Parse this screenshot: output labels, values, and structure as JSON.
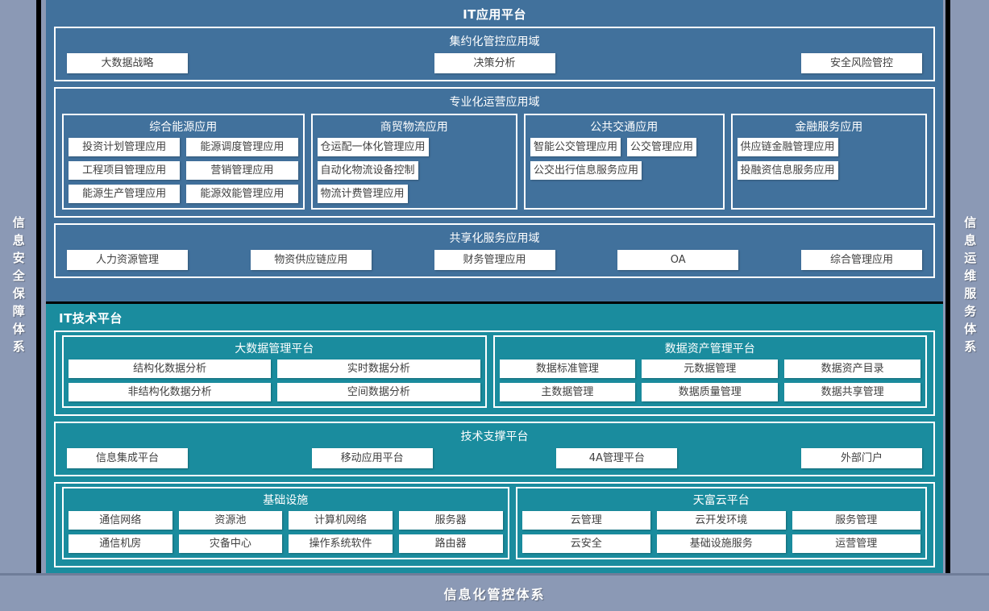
{
  "rails": {
    "left_label": "信息安全保障体系",
    "right_label": "信息运维服务体系"
  },
  "bottom": {
    "label": "信息化管控体系"
  },
  "colors": {
    "app_platform_bg": "#41719c",
    "tech_platform_bg": "#1a8c9e",
    "rail_bg": "#8b99b5",
    "chip_bg": "#ffffff",
    "chip_text": "#404040",
    "border": "#ffffff"
  },
  "app_platform": {
    "title": "IT应用平台",
    "domains": [
      {
        "title": "集约化管控应用域",
        "layout": "spread",
        "items": [
          "大数据战略",
          "决策分析",
          "安全风险管控"
        ]
      },
      {
        "title": "专业化运营应用域",
        "layout": "groups",
        "groups": [
          {
            "title": "综合能源应用",
            "cols": 2,
            "items": [
              "投资计划管理应用",
              "能源调度管理应用",
              "工程项目管理应用",
              "营销管理应用",
              "能源生产管理应用",
              "能源效能管理应用"
            ]
          },
          {
            "title": "商贸物流应用",
            "cols": 1,
            "items": [
              "仓运配一体化管理应用",
              "自动化物流设备控制",
              "物流计费管理应用"
            ]
          },
          {
            "title": "公共交通应用",
            "cols": 1,
            "items": [
              "智能公交管理应用",
              "公交管理应用",
              "公交出行信息服务应用"
            ]
          },
          {
            "title": "金融服务应用",
            "cols": 1,
            "items": [
              "供应链金融管理应用",
              "",
              "投融资信息服务应用"
            ]
          }
        ]
      },
      {
        "title": "共享化服务应用域",
        "layout": "spread",
        "items": [
          "人力资源管理",
          "物资供应链应用",
          "财务管理应用",
          "OA",
          "综合管理应用"
        ]
      }
    ]
  },
  "tech_platform": {
    "title": "IT技术平台",
    "domains": [
      {
        "title": "",
        "layout": "groups",
        "groups": [
          {
            "title": "大数据管理平台",
            "cols": 2,
            "items": [
              "结构化数据分析",
              "实时数据分析",
              "非结构化数据分析",
              "空间数据分析"
            ]
          },
          {
            "title": "数据资产管理平台",
            "cols": 3,
            "items": [
              "数据标准管理",
              "元数据管理",
              "数据资产目录",
              "主数据管理",
              "数据质量管理",
              "数据共享管理"
            ]
          }
        ]
      },
      {
        "title": "技术支撑平台",
        "layout": "spread",
        "items": [
          "信息集成平台",
          "移动应用平台",
          "4A管理平台",
          "外部门户"
        ]
      },
      {
        "title": "",
        "layout": "groups",
        "groups": [
          {
            "title": "基础设施",
            "cols": 4,
            "items": [
              "通信网络",
              "资源池",
              "计算机网络",
              "服务器",
              "通信机房",
              "灾备中心",
              "操作系统软件",
              "路由器"
            ]
          },
          {
            "title": "天富云平台",
            "cols": 3,
            "items": [
              "云管理",
              "云开发环境",
              "服务管理",
              "云安全",
              "基础设施服务",
              "运营管理"
            ]
          }
        ]
      }
    ]
  }
}
